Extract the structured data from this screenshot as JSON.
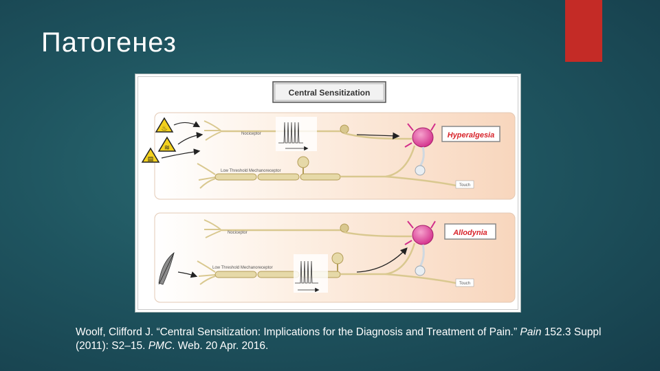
{
  "slide": {
    "title": "Патогенез"
  },
  "figure": {
    "heading": "Central Sensitization",
    "top_panel": {
      "label_nociceptor": "Nociceptor",
      "label_mechanoreceptor": "Low Threshold Mechanoreceptor",
      "label_outcome": "Hyperalgesia",
      "label_touch": "Touch"
    },
    "bottom_panel": {
      "label_nociceptor": "Nociceptor",
      "label_mechanoreceptor": "Low Threshold Mechanoreceptor",
      "label_outcome": "Allodynia",
      "label_touch": "Touch"
    },
    "colors": {
      "panel_bg": "#fbe3d0",
      "axon": "#d9c88f",
      "neuron": "#e6419a",
      "outcome_text": "#d8232a"
    }
  },
  "citation": {
    "part1": "Woolf, Clifford J. “Central Sensitization: Implications for the Diagnosis and Treatment of Pain.” ",
    "journal": "Pain",
    "part2": " 152.3 Suppl (2011): S2–15. ",
    "db": "PMC",
    "part3": ". Web. 20 Apr. 2016."
  }
}
